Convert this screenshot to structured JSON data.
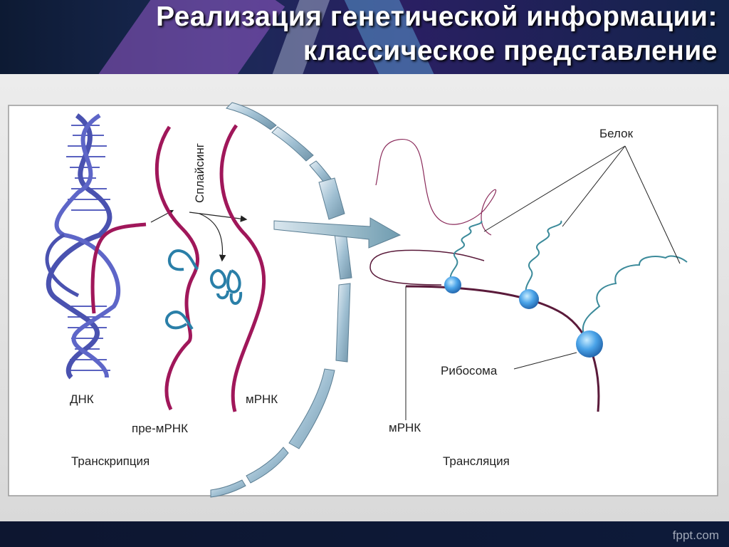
{
  "title": {
    "line1": "Реализация генетической информации:",
    "line2": "классическое представление"
  },
  "footer": {
    "brand": "fppt.com"
  },
  "diagram": {
    "labels": {
      "dna": "ДНК",
      "splicing": "Сплайсинг",
      "pre_mrna": "пре-мРНК",
      "mrna_left": "мРНК",
      "transcription": "Транскрипция",
      "protein": "Белок",
      "ribosome": "Рибосома",
      "mrna_right": "мРНК",
      "translation": "Трансляция"
    },
    "colors": {
      "dna": "#4a52b0",
      "rna": "#a0175a",
      "intron": "#2a7fa8",
      "mrna_translation": "#5a1a3a",
      "protein_helix": "#3b8a9a",
      "ribosome": "#4aa3e8",
      "nuclear_membrane": "#8fb2c6"
    }
  }
}
